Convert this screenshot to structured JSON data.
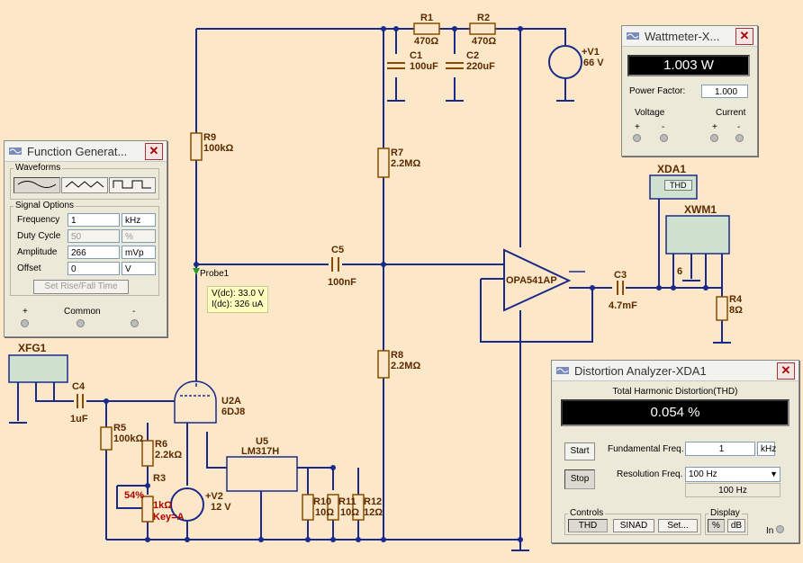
{
  "schematic": {
    "components": {
      "r1": {
        "ref": "R1",
        "value": "470Ω"
      },
      "r2": {
        "ref": "R2",
        "value": "470Ω"
      },
      "c1": {
        "ref": "C1",
        "value": "100uF"
      },
      "c2": {
        "ref": "C2",
        "value": "220uF"
      },
      "v1": {
        "ref": "+V1",
        "value": "66 V"
      },
      "r9": {
        "ref": "R9",
        "value": "100kΩ"
      },
      "r7": {
        "ref": "R7",
        "value": "2.2MΩ"
      },
      "c5": {
        "ref": "C5",
        "value": "100nF"
      },
      "opamp": {
        "ref": "OPA541AP"
      },
      "c3": {
        "ref": "C3",
        "value": "4.7mF"
      },
      "r4": {
        "ref": "R4",
        "value": "8Ω"
      },
      "r8": {
        "ref": "R8",
        "value": "2.2MΩ"
      },
      "xfg1": {
        "ref": "XFG1"
      },
      "c4": {
        "ref": "C4",
        "value": "1uF"
      },
      "r5": {
        "ref": "R5",
        "value": "100kΩ"
      },
      "r6": {
        "ref": "R6",
        "value": "2.2kΩ"
      },
      "r3": {
        "ref": "R3",
        "value": "1kΩ",
        "percent": "54%",
        "key": "Key=A"
      },
      "u2a": {
        "ref": "U2A",
        "value": "6DJ8"
      },
      "u5": {
        "ref": "U5",
        "value": "LM317H"
      },
      "v2": {
        "ref": "+V2",
        "value": "12 V"
      },
      "r10": {
        "ref": "R10",
        "value": "10Ω"
      },
      "r11": {
        "ref": "R11",
        "value": "10Ω"
      },
      "r12": {
        "ref": "R12",
        "value": "12Ω"
      },
      "xda1": {
        "ref": "XDA1",
        "label": "THD"
      },
      "xwm1": {
        "ref": "XWM1",
        "pin": "6"
      }
    },
    "probe": {
      "name": "Probe1",
      "vdc": "V(dc): 33.0 V",
      "idc": "I(dc): 326 uA"
    }
  },
  "function_generator": {
    "title": "Function Generat...",
    "waveforms_label": "Waveforms",
    "signal_options_label": "Signal Options",
    "rows": [
      {
        "label": "Frequency",
        "value": "1",
        "unit": "kHz",
        "disabled": false
      },
      {
        "label": "Duty Cycle",
        "value": "50",
        "unit": "%",
        "disabled": true
      },
      {
        "label": "Amplitude",
        "value": "266",
        "unit": "mVp",
        "disabled": false
      },
      {
        "label": "Offset",
        "value": "0",
        "unit": "V",
        "disabled": false
      }
    ],
    "rise_fall_button": "Set Rise/Fall Time",
    "terminals": {
      "plus": "+",
      "common": "Common",
      "minus": "-"
    }
  },
  "wattmeter": {
    "title": "Wattmeter-X...",
    "reading": "1.003 W",
    "power_factor_label": "Power Factor:",
    "power_factor_value": "1.000",
    "voltage_label": "Voltage",
    "current_label": "Current",
    "plus": "+",
    "minus": "-"
  },
  "distortion_analyzer": {
    "title": "Distortion Analyzer-XDA1",
    "header": "Total Harmonic Distortion(THD)",
    "reading": "0.054 %",
    "start_button": "Start",
    "stop_button": "Stop",
    "fundamental_label": "Fundamental Freq.",
    "fundamental_value": "1",
    "fundamental_unit": "kHz",
    "resolution_label": "Resolution Freq.",
    "resolution_value": "100 Hz",
    "resolution_readout": "100 Hz",
    "controls_label": "Controls",
    "thd_button": "THD",
    "sinad_button": "SINAD",
    "set_button": "Set...",
    "display_label": "Display",
    "percent_button": "%",
    "db_button": "dB",
    "in_label": "In"
  },
  "colors": {
    "wire": "#1a2a8a",
    "component": "#8a4a00",
    "background": "#FCE8C8"
  }
}
